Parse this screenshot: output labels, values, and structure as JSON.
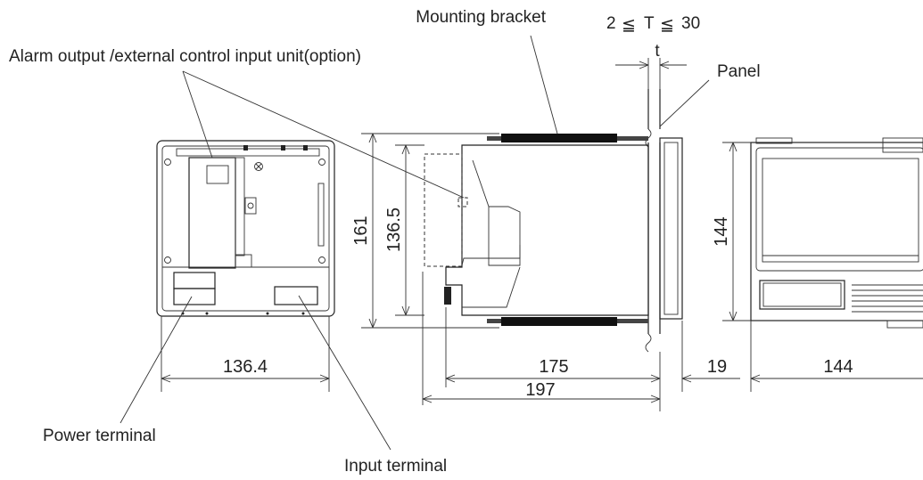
{
  "labels": {
    "mounting_bracket": "Mounting bracket",
    "thickness_spec_left": "2",
    "thickness_le": "≦",
    "thickness_var": "T",
    "thickness_spec_right": "30",
    "thickness_symbol": "t",
    "panel": "Panel",
    "alarm_unit": "Alarm output /external control input unit(option)",
    "power_terminal": "Power terminal",
    "input_terminal": "Input terminal"
  },
  "dimensions": {
    "rear_width": "136.4",
    "side_height_outer": "161",
    "side_height_inner": "136.5",
    "depth_body": "175",
    "depth_total": "197",
    "bezel_depth": "19",
    "front_width": "144",
    "front_height": "144"
  }
}
